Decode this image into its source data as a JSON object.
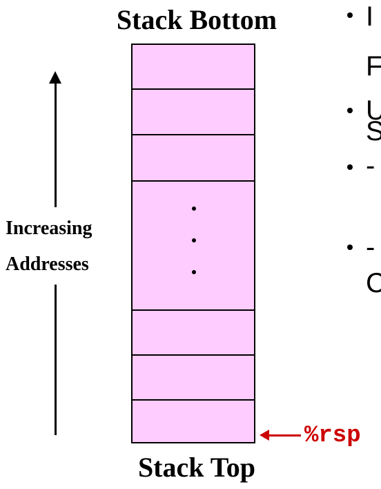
{
  "stack": {
    "top_label": "Stack Bottom",
    "bottom_label": "Stack Top",
    "fill_color": "#ffccff"
  },
  "direction": {
    "label_line1": "Increasing",
    "label_line2": "Addresses"
  },
  "pointer": {
    "label": "%rsp",
    "color": "#cc0000"
  },
  "clipped_bullets": [
    "I",
    "F",
    "U",
    "S",
    "-",
    "-",
    "C"
  ]
}
